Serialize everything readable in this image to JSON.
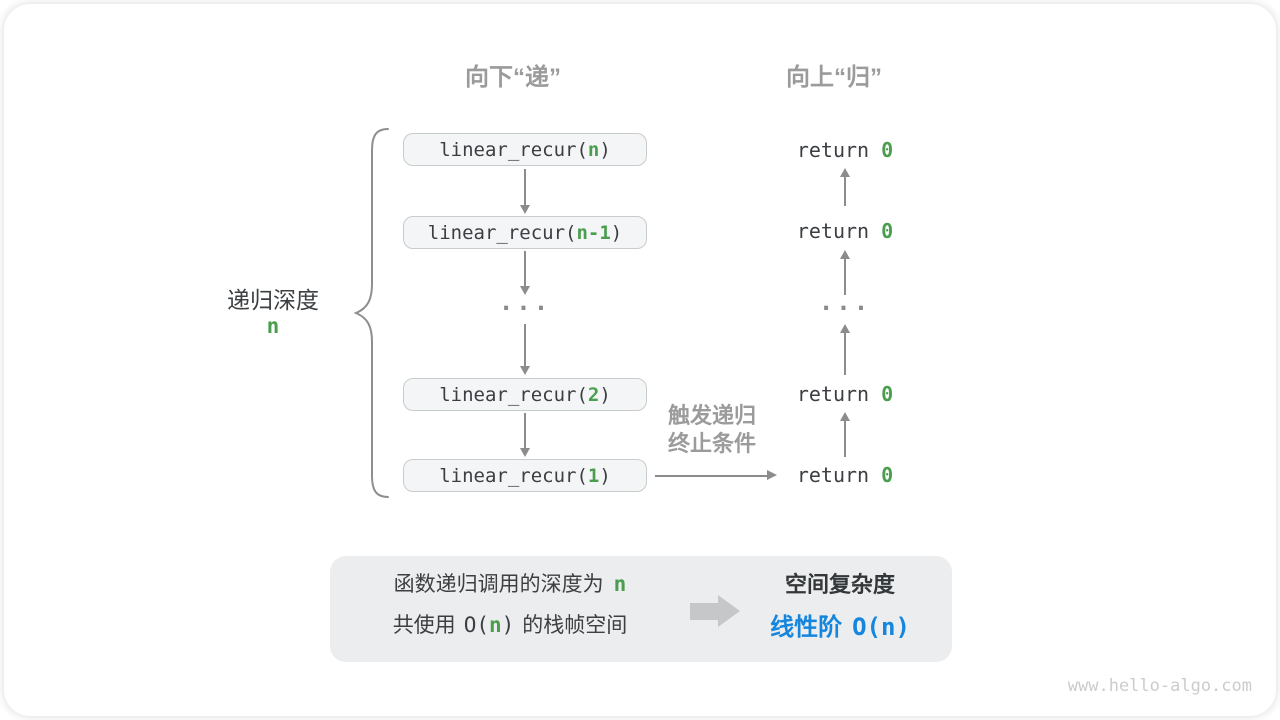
{
  "colors": {
    "accent_green": "#4b9e4e",
    "accent_blue": "#1486dd",
    "gray_label": "#9b9b9b",
    "dark_text": "#3b3e42",
    "arrow_gray": "#8c8c8c",
    "box_fill": "#f4f5f6",
    "box_border": "#c9cccd",
    "summary_fill": "#ebedee"
  },
  "headers": {
    "down": "向下“递”",
    "up": "向上“归”"
  },
  "depth_label": {
    "text": "递归深度",
    "value": "n"
  },
  "call_stack": [
    {
      "fn": "linear_recur(",
      "arg": "n",
      "close": ")"
    },
    {
      "fn": "linear_recur(",
      "arg": "n-1",
      "close": ")"
    },
    {
      "fn": "linear_recur(",
      "arg": "2",
      "close": ")"
    },
    {
      "fn": "linear_recur(",
      "arg": "1",
      "close": ")"
    }
  ],
  "ellipsis": "...",
  "returns": [
    {
      "kw": "return",
      "val": "0"
    },
    {
      "kw": "return",
      "val": "0"
    },
    {
      "kw": "return",
      "val": "0"
    },
    {
      "kw": "return",
      "val": "0"
    }
  ],
  "trigger_label": {
    "line1": "触发递归",
    "line2": "终止条件"
  },
  "summary": {
    "line1_text": "函数递归调用的深度为",
    "line1_value": "n",
    "line2_pre": "共使用",
    "line2_open": "O(",
    "line2_value": "n",
    "line2_close": ")",
    "line2_post": "的栈帧空间",
    "result_title": "空间复杂度",
    "result_cjk": "线性阶",
    "result_code": "O(n)"
  },
  "watermark": "www.hello-algo.com"
}
